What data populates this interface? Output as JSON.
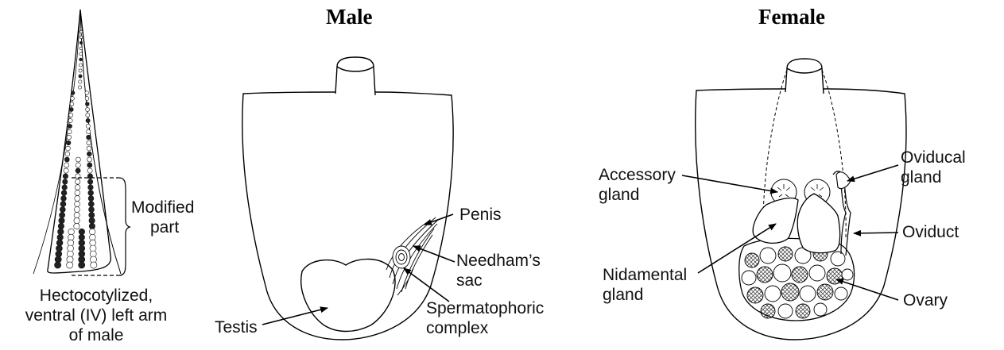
{
  "headings": {
    "male": "Male",
    "female": "Female"
  },
  "arm": {
    "modified_line1": "Modified",
    "modified_line2": "part",
    "caption_line1": "Hectocotylized,",
    "caption_line2": "ventral (IV) left arm",
    "caption_line3": "of male"
  },
  "male_labels": {
    "penis": "Penis",
    "needham_line1": "Needham’s",
    "needham_line2": "sac",
    "sperm_line1": "Spermatophoric",
    "sperm_line2": "complex",
    "testis": "Testis"
  },
  "female_labels": {
    "accessory_line1": "Accessory",
    "accessory_line2": "gland",
    "oviducal_line1": "Oviducal",
    "oviducal_line2": "gland",
    "oviduct": "Oviduct",
    "nidamental_line1": "Nidamental",
    "nidamental_line2": "gland",
    "ovary": "Ovary"
  }
}
